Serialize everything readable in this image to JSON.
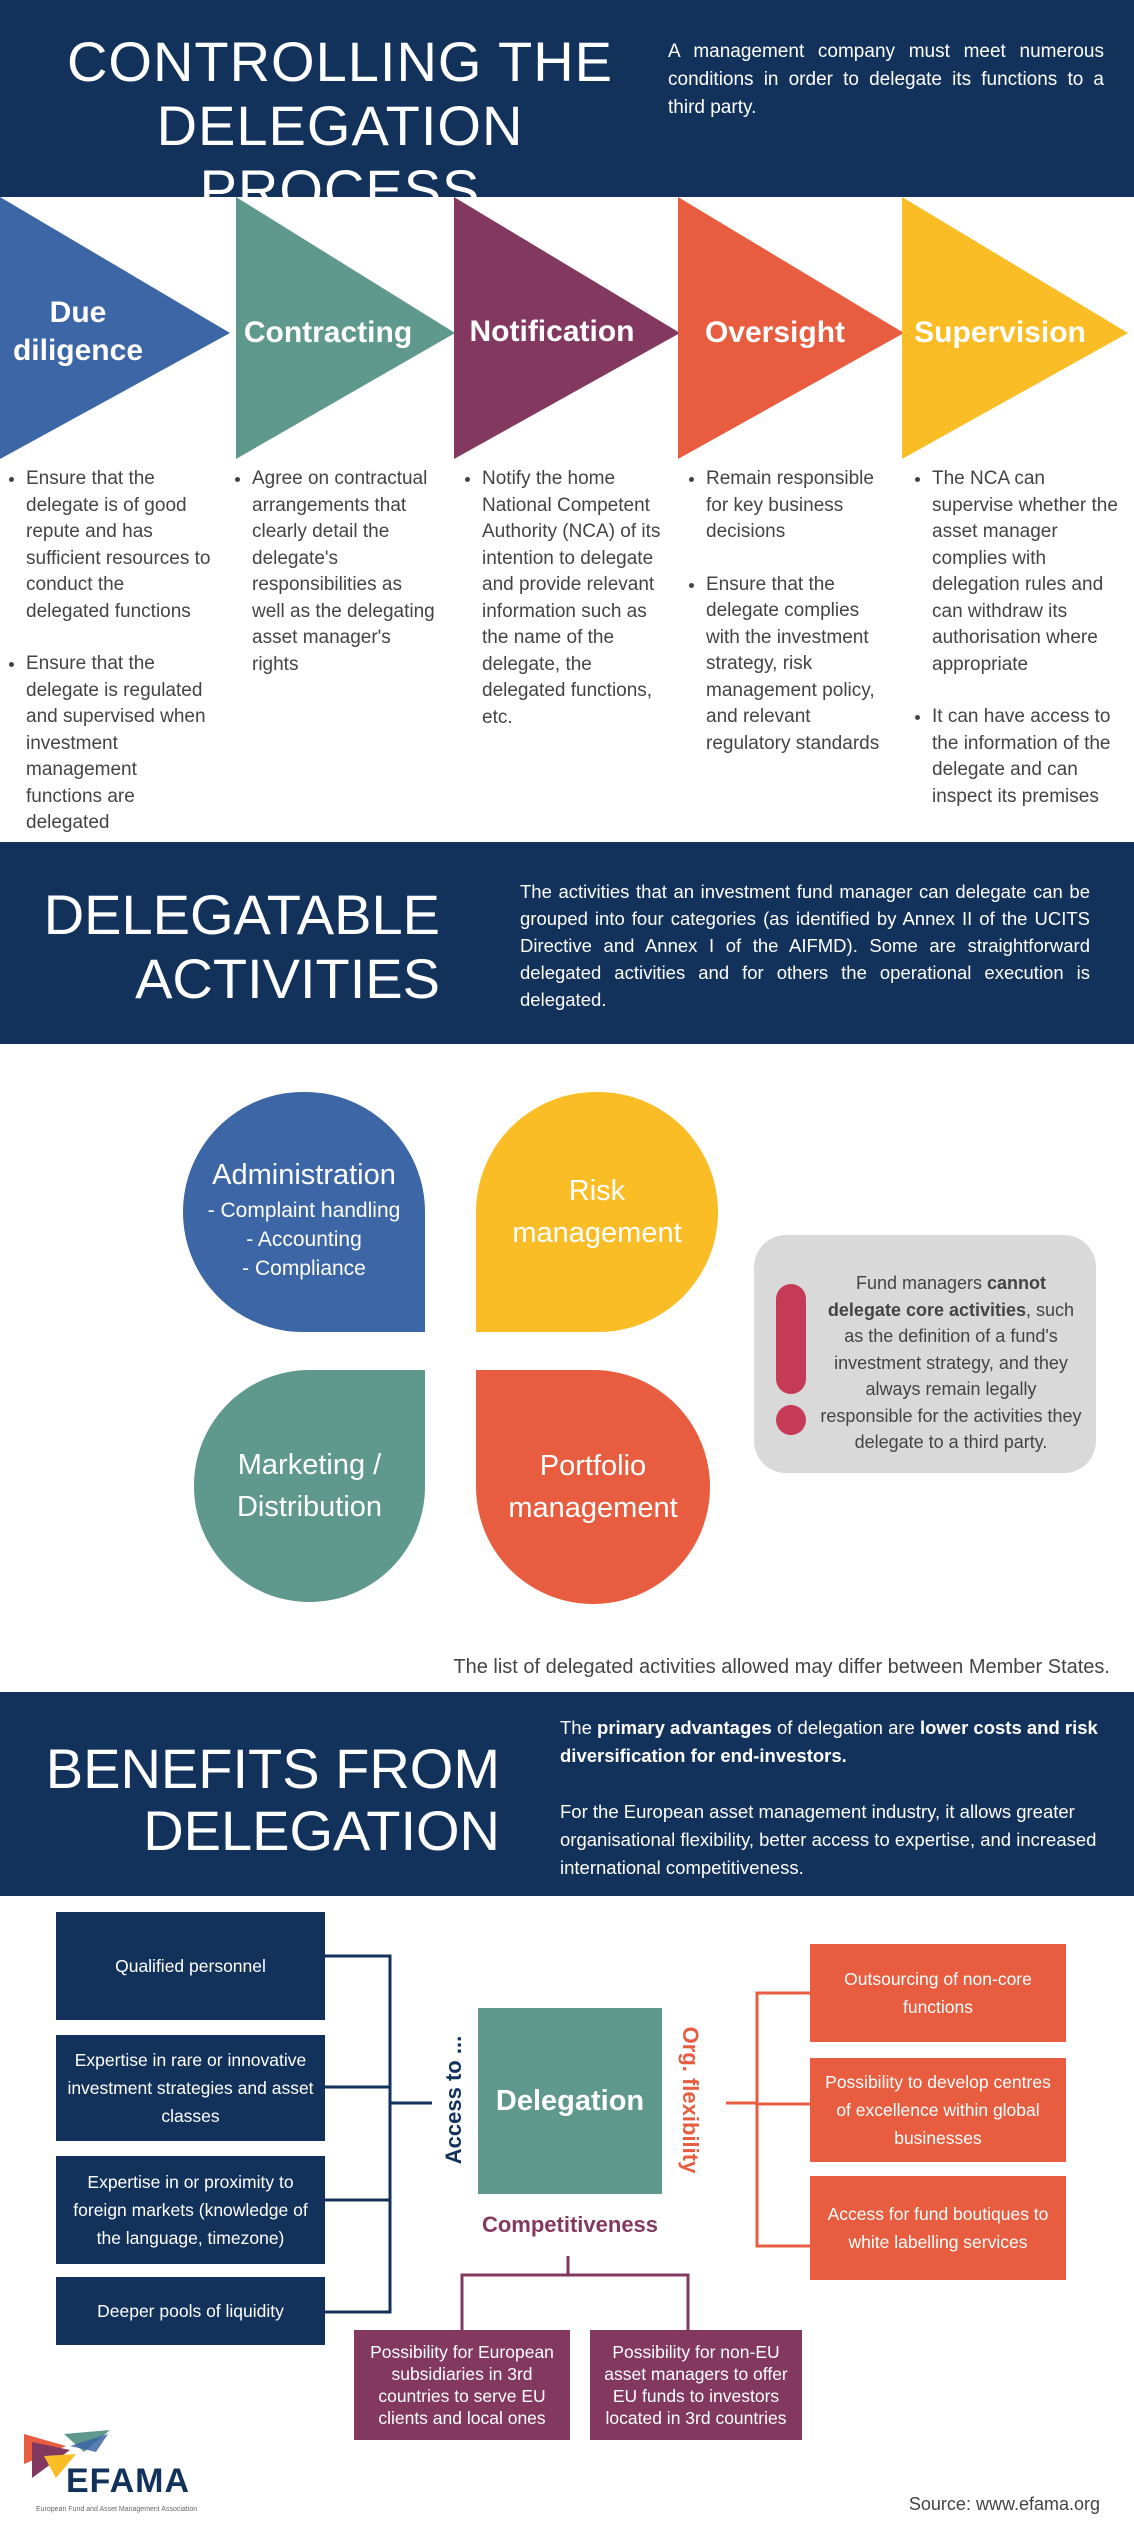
{
  "header1": {
    "title_line1": "CONTROLLING THE",
    "title_line2": "DELEGATION PROCESS",
    "intro": "A management company must meet numerous conditions in order to delegate its functions to a third party."
  },
  "stages": [
    {
      "label": "Due diligence",
      "color": "#3c66a6",
      "bullets": [
        "Ensure that the delegate is of good repute and has sufficient resources to conduct the delegated functions",
        "Ensure that the delegate is regulated and supervised when investment management functions are delegated"
      ]
    },
    {
      "label": "Contracting",
      "color": "#5f988c",
      "bullets": [
        "Agree on contractual arrangements that clearly detail the delegate's responsibilities as well as the delegating asset manager's rights"
      ]
    },
    {
      "label": "Notification",
      "color": "#833860",
      "bullets": [
        "Notify the home National Competent Authority (NCA) of its intention to delegate and provide relevant information such as the name of the delegate, the delegated functions, etc."
      ]
    },
    {
      "label": "Oversight",
      "color": "#e85d3f",
      "bullets": [
        "Remain responsible for key business decisions",
        "Ensure that the delegate complies with the investment strategy, risk management policy, and relevant regulatory standards"
      ]
    },
    {
      "label": "Supervision",
      "color": "#fbbd26",
      "bullets": [
        "The NCA can supervise whether the asset manager complies with delegation rules and can withdraw its authorisation where appropriate",
        "It can have access to the information of the delegate and can inspect its premises"
      ]
    }
  ],
  "header2": {
    "title_line1": "DELEGATABLE",
    "title_line2": "ACTIVITIES",
    "intro": "The activities that an investment fund manager can delegate can be grouped into four categories (as identified by Annex II of the UCITS Directive and Annex I of the AIFMD). Some are straightforward delegated activities and for others the operational execution is delegated."
  },
  "activities": {
    "admin_title": "Administration",
    "admin_items": [
      "- Complaint handling",
      "- Accounting",
      "- Compliance"
    ],
    "risk_line1": "Risk",
    "risk_line2": "management",
    "marketing_line1": "Marketing /",
    "marketing_line2": "Distribution",
    "portfolio_line1": "Portfolio",
    "portfolio_line2": "management"
  },
  "note": {
    "pre": "Fund managers ",
    "bold": "cannot delegate core activities",
    "post": ", such as the definition of a fund's investment strategy, and they always remain legally responsible for the activities they delegate to a third party.",
    "icon": "exclamation-icon"
  },
  "list_note": "The list of delegated activities allowed may differ between Member States.",
  "header3": {
    "title_line1": "BENEFITS FROM",
    "title_line2": "DELEGATION",
    "intro_pre": "The ",
    "intro_bold1": "primary advantages",
    "intro_mid": " of delegation are ",
    "intro_bold2": "lower costs and risk diversification for end-investors.",
    "intro_para2": "For the European asset management industry, it allows greater organisational flexibility, better access to expertise, and increased international competitiveness."
  },
  "benefits": {
    "center": "Delegation",
    "access_label": "Access to ...",
    "flex_label": "Org. flexibility",
    "comp_label": "Competitiveness",
    "access_items": [
      "Qualified personnel",
      "Expertise in rare or innovative investment strategies and asset classes",
      "Expertise in or proximity to foreign markets (knowledge of the language, timezone)",
      "Deeper pools of liquidity"
    ],
    "flex_items": [
      "Outsourcing of non-core functions",
      "Possibility to develop centres of excellence within global businesses",
      "Access for fund boutiques to white labelling services"
    ],
    "comp_items": [
      "Possibility for European subsidiaries in 3rd countries to serve EU clients and local ones",
      "Possibility for non-EU asset managers to offer EU funds to investors located in 3rd countries"
    ]
  },
  "footer": {
    "logo_text": "EFAMA",
    "logo_sub": "European Fund and Asset Management Association",
    "source": "Source:  www.efama.org"
  }
}
